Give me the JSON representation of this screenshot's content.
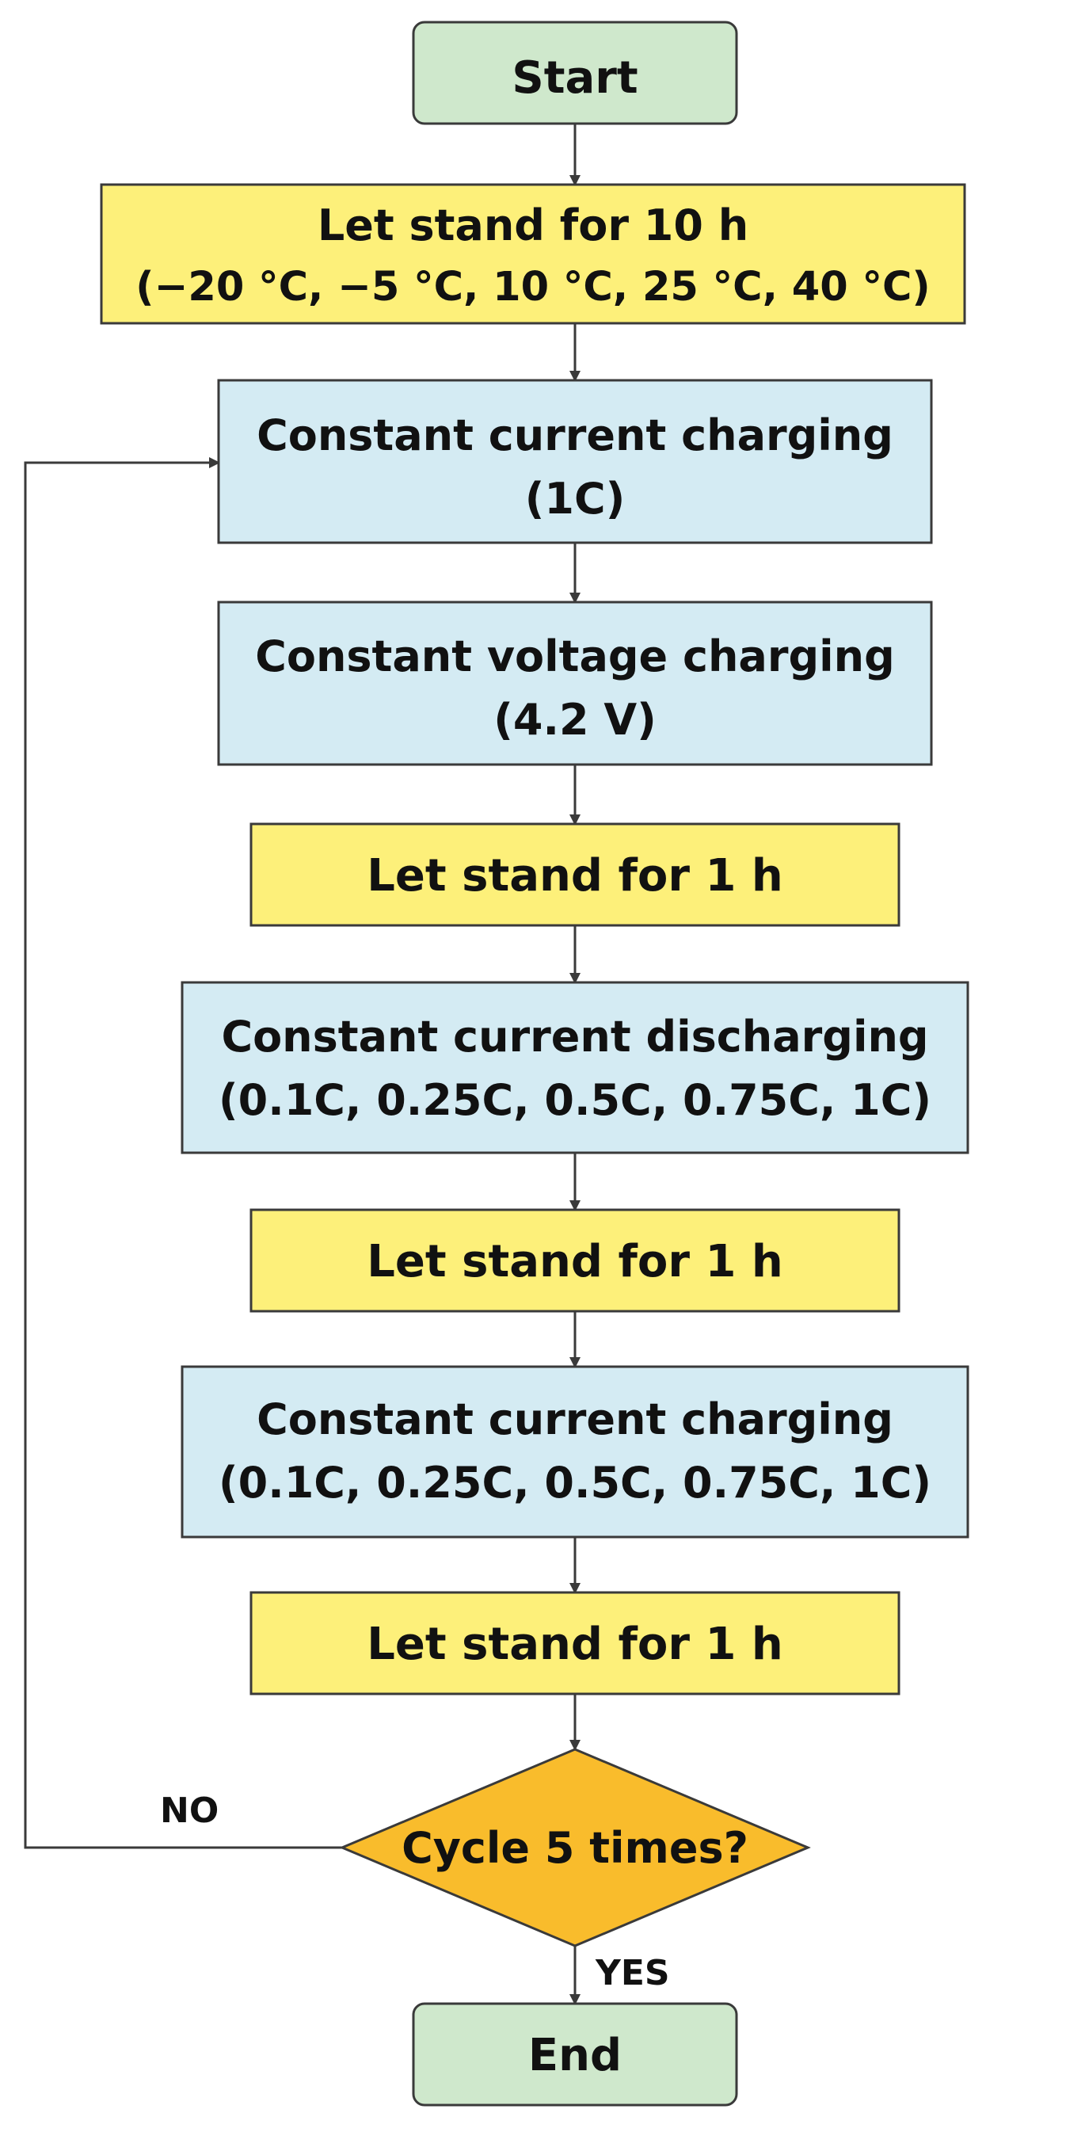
{
  "colors": {
    "terminal_fill": "#cfe8cc",
    "wait_fill": "#fdf07a",
    "process_fill": "#d4ebf3",
    "decision_fill": "#f9bc2c",
    "stroke": "#3a3a3a"
  },
  "nodes": {
    "start": {
      "lines": [
        "Start"
      ]
    },
    "stand10": {
      "lines": [
        "Let stand for 10 h",
        "(−20 °C, −5 °C, 10 °C, 25 °C, 40 °C)"
      ]
    },
    "cc1": {
      "lines": [
        "Constant current charging",
        "(1C)"
      ]
    },
    "cv": {
      "lines": [
        "Constant voltage charging",
        "(4.2 V)"
      ]
    },
    "stand1a": {
      "lines": [
        "Let stand for 1 h"
      ]
    },
    "ccd": {
      "lines": [
        "Constant current discharging",
        "(0.1C, 0.25C, 0.5C, 0.75C, 1C)"
      ]
    },
    "stand1b": {
      "lines": [
        "Let stand for 1 h"
      ]
    },
    "cc2": {
      "lines": [
        "Constant current charging",
        "(0.1C, 0.25C, 0.5C, 0.75C, 1C)"
      ]
    },
    "stand1c": {
      "lines": [
        "Let stand for 1 h"
      ]
    },
    "decision": {
      "lines": [
        "Cycle 5 times?"
      ]
    },
    "end": {
      "lines": [
        "End"
      ]
    }
  },
  "edge_labels": {
    "no": "NO",
    "yes": "YES"
  }
}
